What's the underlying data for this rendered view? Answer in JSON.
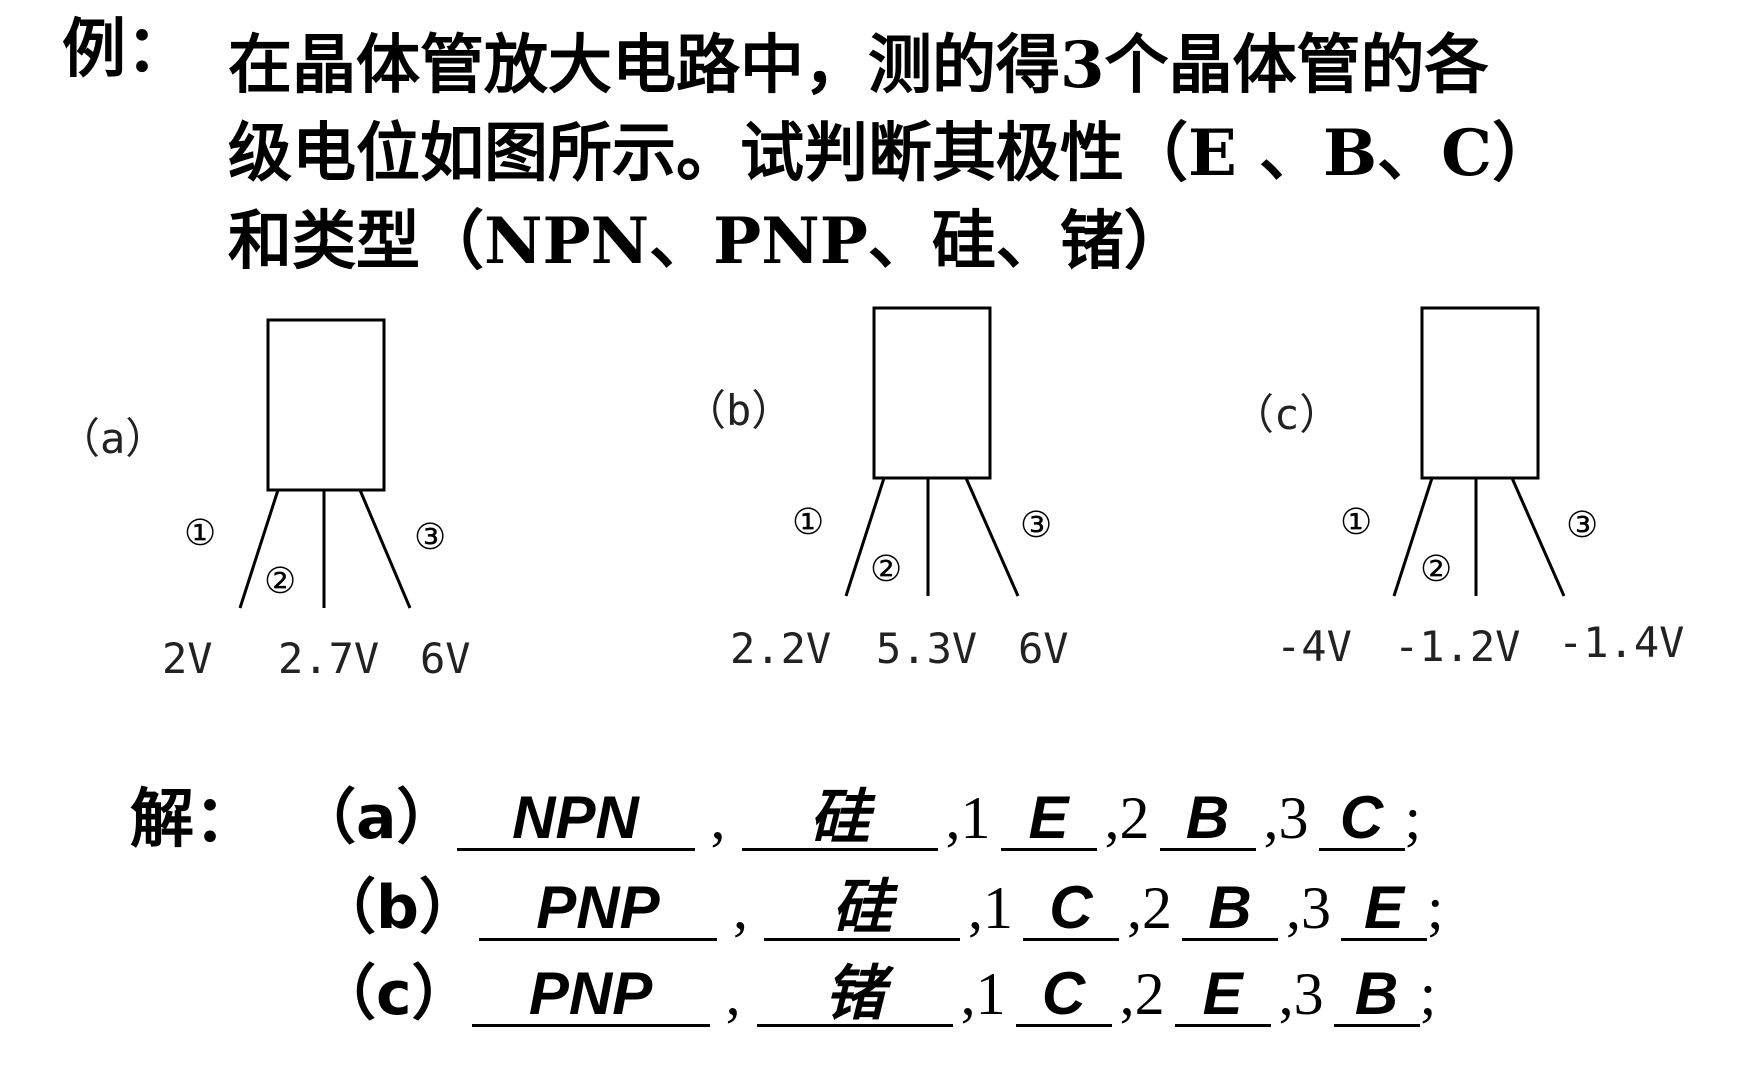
{
  "question": {
    "prefix": "例：",
    "line1": "在晶体管放大电路中，测的得3个晶体管的各",
    "line2": "级电位如图所示。试判断其极性（E 、B、C）",
    "line3": "和类型（NPN、PNP、硅、锗）"
  },
  "transistors": [
    {
      "label": "（a）",
      "pins": [
        "①",
        "②",
        "③"
      ],
      "voltages": [
        "2V",
        "2.7V",
        "6V"
      ]
    },
    {
      "label": "（b）",
      "pins": [
        "①",
        "②",
        "③"
      ],
      "voltages": [
        "2.2V",
        "5.3V",
        "6V"
      ]
    },
    {
      "label": "（c）",
      "pins": [
        "①",
        "②",
        "③"
      ],
      "voltages": [
        "-4V",
        "-1.2V",
        "-1.4V"
      ]
    }
  ],
  "answer": {
    "prefix": "解：",
    "rows": [
      {
        "label": "（a）",
        "type": "NPN",
        "material": "硅",
        "pin1": "E",
        "pin2": "B",
        "pin3": "C",
        "n1": "1",
        "n2": "2",
        "n3": "3",
        "comma": ",",
        "end": ";"
      },
      {
        "label": "（b）",
        "type": "PNP",
        "material": "硅",
        "pin1": "C",
        "pin2": "B",
        "pin3": "E",
        "n1": "1",
        "n2": "2",
        "n3": "3",
        "comma": ",",
        "end": ";"
      },
      {
        "label": "（c）",
        "type": "PNP",
        "material": "锗",
        "pin1": "C",
        "pin2": "E",
        "pin3": "B",
        "n1": "1",
        "n2": "2",
        "n3": "3",
        "comma": ",",
        "end": ";"
      }
    ]
  }
}
